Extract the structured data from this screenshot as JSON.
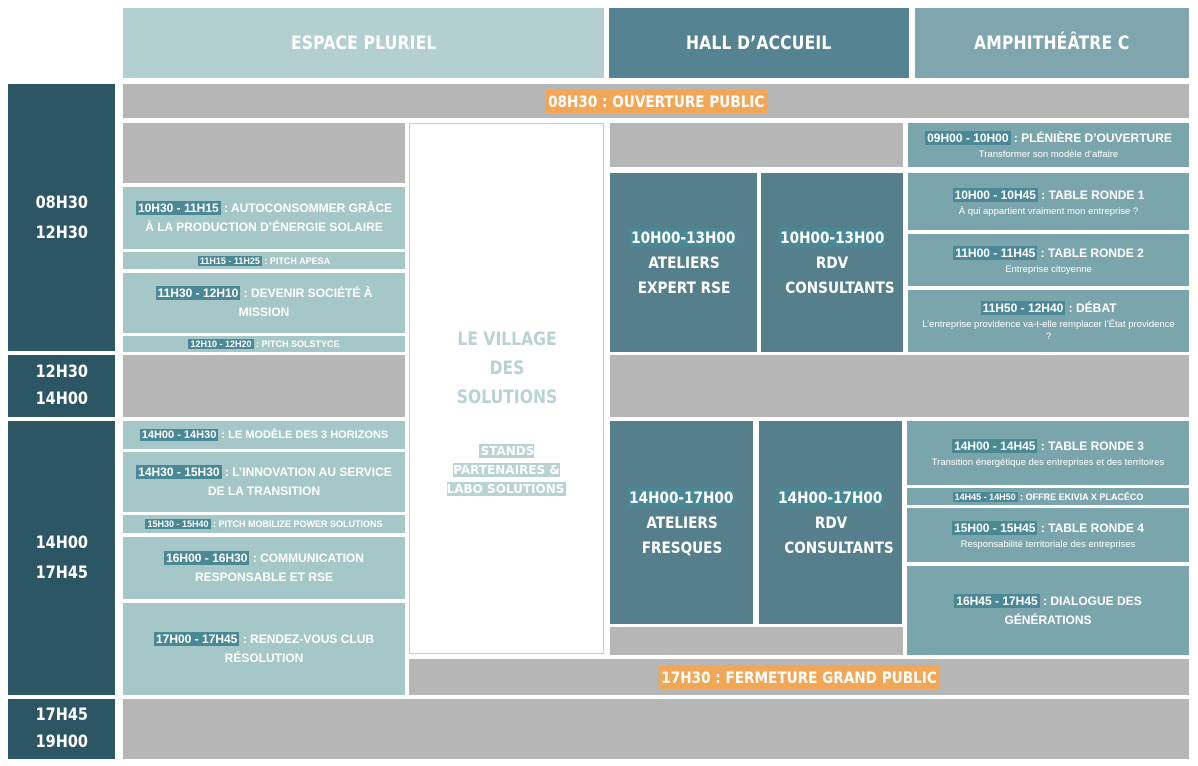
{
  "headers": [
    "ESPACE PLURIEL",
    "HALL D’ACCUEIL",
    "AMPHITHÉÂTRE C"
  ],
  "time_slots": [
    {
      "start": "08H30",
      "end": "12H30"
    },
    {
      "start": "12H30",
      "end": "14H00"
    },
    {
      "start": "14H00",
      "end": "17H45"
    },
    {
      "start": "17H45",
      "end": "19H00"
    }
  ],
  "banners": {
    "opening": "08H30 : OUVERTURE PUBLIC",
    "closing": "17H30 : FERMETURE GRAND PUBLIC"
  },
  "espace_pluriel": [
    {
      "time": "10H30 - 11H15",
      "title": " : AUTOCONSOMMER GRÂCE À LA PRODUCTION D’ÉNERGIE SOLAIRE"
    },
    {
      "time": "11H15 - 11H25",
      "title": " : PITCH APESA"
    },
    {
      "time": "11H30 - 12H10",
      "title": " : DEVENIR SOCIÉTÉ À MISSION"
    },
    {
      "time": "12H10 - 12H20",
      "title": " : PITCH SOLSTYCE"
    },
    {
      "time": "14H00 - 14H30",
      "title": " : LE MODÈLE DES 3 HORIZONS"
    },
    {
      "time": "14H30 - 15H30",
      "title": " : L’INNOVATION AU SERVICE DE LA TRANSITION"
    },
    {
      "time": "15H30 - 15H40",
      "title": " : PITCH MOBILIZE POWER SOLUTIONS"
    },
    {
      "time": "16H00 - 16H30",
      "title": " : COMMUNICATION RESPONSABLE ET RSE"
    },
    {
      "time": "17H00 - 17H45",
      "title": " : RENDEZ-VOUS CLUB RÉSOLUTION"
    }
  ],
  "village": {
    "title": "LE VILLAGE DES SOLUTIONS",
    "subtitle": "STANDS PARTENAIRES & LABO SOLUTIONS"
  },
  "hall": {
    "morning": [
      {
        "time": "10H00-13H00",
        "title": "ATELIERS EXPERT RSE"
      },
      {
        "time": "10H00-13H00",
        "title": "RDV CONSULTANTS"
      }
    ],
    "afternoon": [
      {
        "time": "14H00-17H00",
        "title": "ATELIERS FRESQUES"
      },
      {
        "time": "14H00-17H00",
        "title": "RDV CONSULTANTS"
      }
    ]
  },
  "amphi": [
    {
      "time": "09H00 - 10H00",
      "title": " : PLÉNIÈRE D’OUVERTURE",
      "sub": "Transformer son modèle d’affaire"
    },
    {
      "time": "10H00 - 10H45",
      "title": " : TABLE RONDE 1",
      "sub": "À qui appartient vraiment mon entreprise ?"
    },
    {
      "time": "11H00 - 11H45",
      "title": " : TABLE RONDE 2",
      "sub": "Entreprise citoyenne"
    },
    {
      "time": "11H50 - 12H40",
      "title": " : DÉBAT",
      "sub": "L’entreprise providence va-t-elle remplacer l’État providence ?"
    },
    {
      "time": "14H00 - 14H45",
      "title": " : TABLE RONDE 3",
      "sub": "Transition énergétique des entreprises et des territoires"
    },
    {
      "time": "14H45 - 14H50",
      "title": " : OFFRE EKIVIA X PLACÉCO",
      "sub": ""
    },
    {
      "time": "15H00 - 15H45",
      "title": " : TABLE RONDE 4",
      "sub": "Responsabilité territoriale des entreprises"
    },
    {
      "time": "16H45 - 17H45",
      "title": " : DIALOGUE DES GÉNÉRATIONS",
      "sub": ""
    }
  ],
  "colors": {
    "header_espace": "#b3cfcf",
    "header_hall": "#558391",
    "header_amphi": "#7fa6ae",
    "time_column": "#2c5663",
    "gray_block": "#b7b6b7",
    "banner_highlight": "#f2a756"
  }
}
